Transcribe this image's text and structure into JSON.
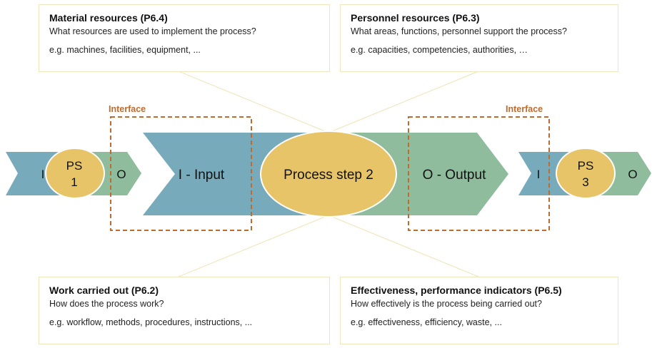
{
  "boxes": {
    "material": {
      "title": "Material resources (P6.4)",
      "question": "What resources are used to implement the process?",
      "example": "e.g. machines, facilities, equipment, ..."
    },
    "personnel": {
      "title": "Personnel resources (P6.3)",
      "question": "What areas, functions, personnel support the process?",
      "example": "e.g. capacities, competencies, authorities, …"
    },
    "work": {
      "title": "Work carried out (P6.2)",
      "question": "How does the process work?",
      "example": "e.g. workflow, methods, procedures, instructions, ..."
    },
    "effectiveness": {
      "title": "Effectiveness, performance indicators (P6.5)",
      "question": "How effectively is the process being carried out?",
      "example": "e.g. effectiveness, efficiency, waste, ..."
    }
  },
  "interface_label": "Interface",
  "center": {
    "input": "I - Input",
    "step": "Process step 2",
    "output": "O - Output"
  },
  "left_step": {
    "i": "I",
    "ps_line1": "PS",
    "ps_line2": "1",
    "o": "O"
  },
  "right_step": {
    "i": "I",
    "ps_line1": "PS",
    "ps_line2": "3",
    "o": "O"
  },
  "colors": {
    "blue": "#77aabb",
    "green": "#8fbc9c",
    "ellipse": "#e6c467",
    "interface": "#c06a2c",
    "guide": "#efe3b5",
    "box_border": "#f0e6bd"
  }
}
